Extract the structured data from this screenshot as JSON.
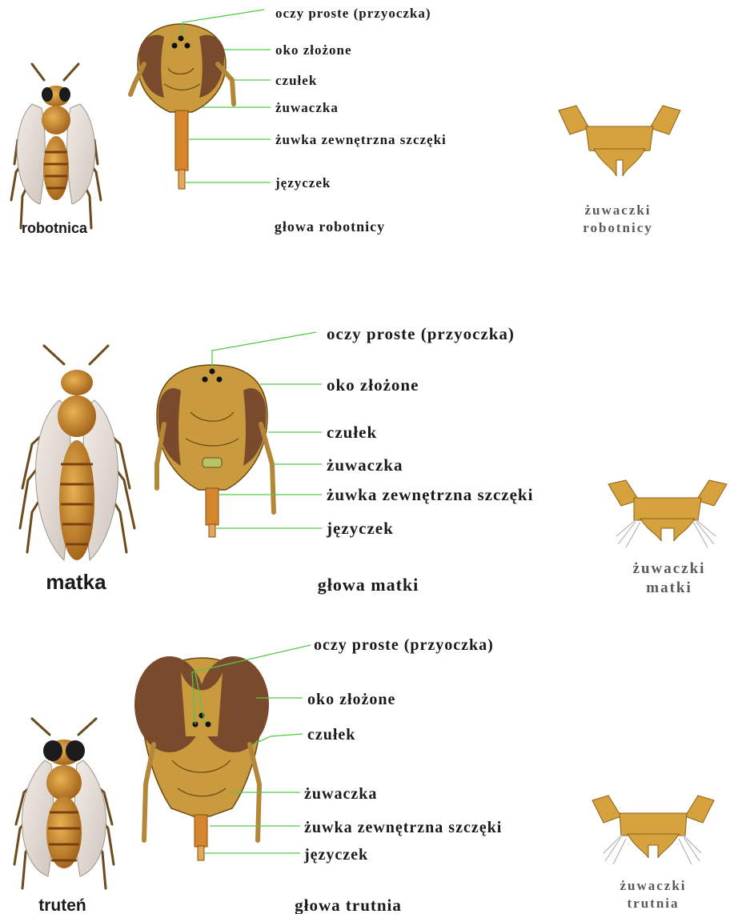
{
  "colors": {
    "head": "#c99a3e",
    "head_outline": "#6e4a12",
    "eye": "#7a4a2c",
    "leader": "#55c84a",
    "proboscis": "#d7852a",
    "mandible": "#d6a23e"
  },
  "sections": [
    {
      "bee_caption": "robotnica",
      "head_caption": "głowa robotnicy",
      "mandible_caption_line1": "żuwaczki",
      "mandible_caption_line2": "robotnicy",
      "labels": [
        "oczy proste (przyoczka)",
        "oko złożone",
        "czułek",
        "żuwaczka",
        "żuwka zewnętrzna szczęki",
        "języczek"
      ]
    },
    {
      "bee_caption": "matka",
      "head_caption": "głowa matki",
      "mandible_caption_line1": "żuwaczki",
      "mandible_caption_line2": "matki",
      "labels": [
        "oczy proste (przyoczka)",
        "oko złożone",
        "czułek",
        "żuwaczka",
        "żuwka zewnętrzna szczęki",
        "języczek"
      ]
    },
    {
      "bee_caption": "truteń",
      "head_caption": "głowa trutnia",
      "mandible_caption_line1": "żuwaczki",
      "mandible_caption_line2": "trutnia",
      "labels": [
        "oczy proste (przyoczka)",
        "oko złożone",
        "czułek",
        "żuwaczka",
        "żuwka zewnętrzna szczęki",
        "języczek"
      ]
    }
  ]
}
